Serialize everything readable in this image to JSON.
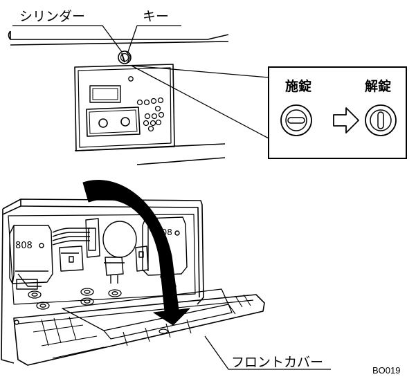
{
  "labels": {
    "cylinder": "シリンダー",
    "key": "キー",
    "lock": "施錠",
    "unlock": "解錠",
    "front_cover": "フロントカバー",
    "figure_code": "BO019"
  },
  "colors": {
    "line": "#000000",
    "background": "#ffffff",
    "arrow_fill": "#000000"
  }
}
